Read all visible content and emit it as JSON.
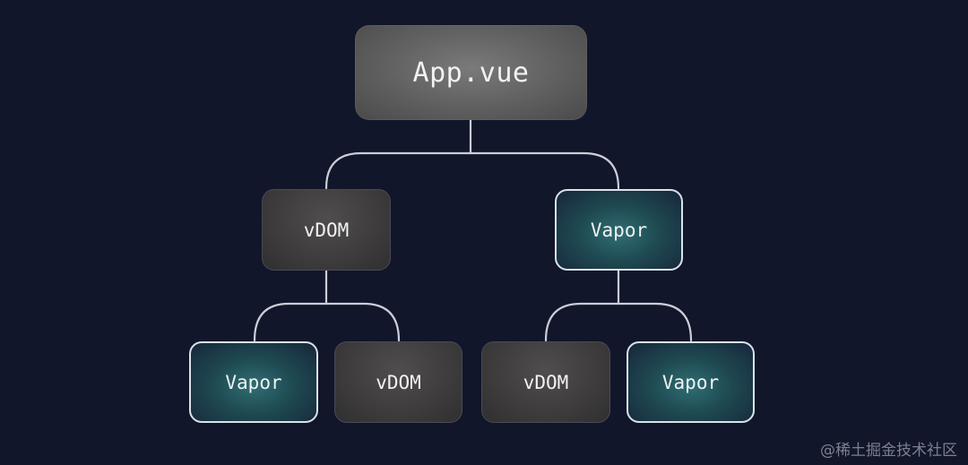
{
  "diagram": {
    "root_label": "App.vue",
    "level2": [
      {
        "label": "vDOM",
        "kind": "vdom"
      },
      {
        "label": "Vapor",
        "kind": "vapor"
      }
    ],
    "level3": [
      {
        "label": "Vapor",
        "kind": "vapor"
      },
      {
        "label": "vDOM",
        "kind": "vdom"
      },
      {
        "label": "vDOM",
        "kind": "vdom"
      },
      {
        "label": "Vapor",
        "kind": "vapor"
      }
    ]
  },
  "watermark": "@稀土掘金技术社区",
  "colors": {
    "background": "#11162a",
    "connector": "#c9ced8",
    "vapor_border": "#d9e2ea",
    "vapor_glow": "#2f6e73",
    "vdom_fill": "#3d3b3b",
    "root_fill": "#6a6a6a"
  }
}
